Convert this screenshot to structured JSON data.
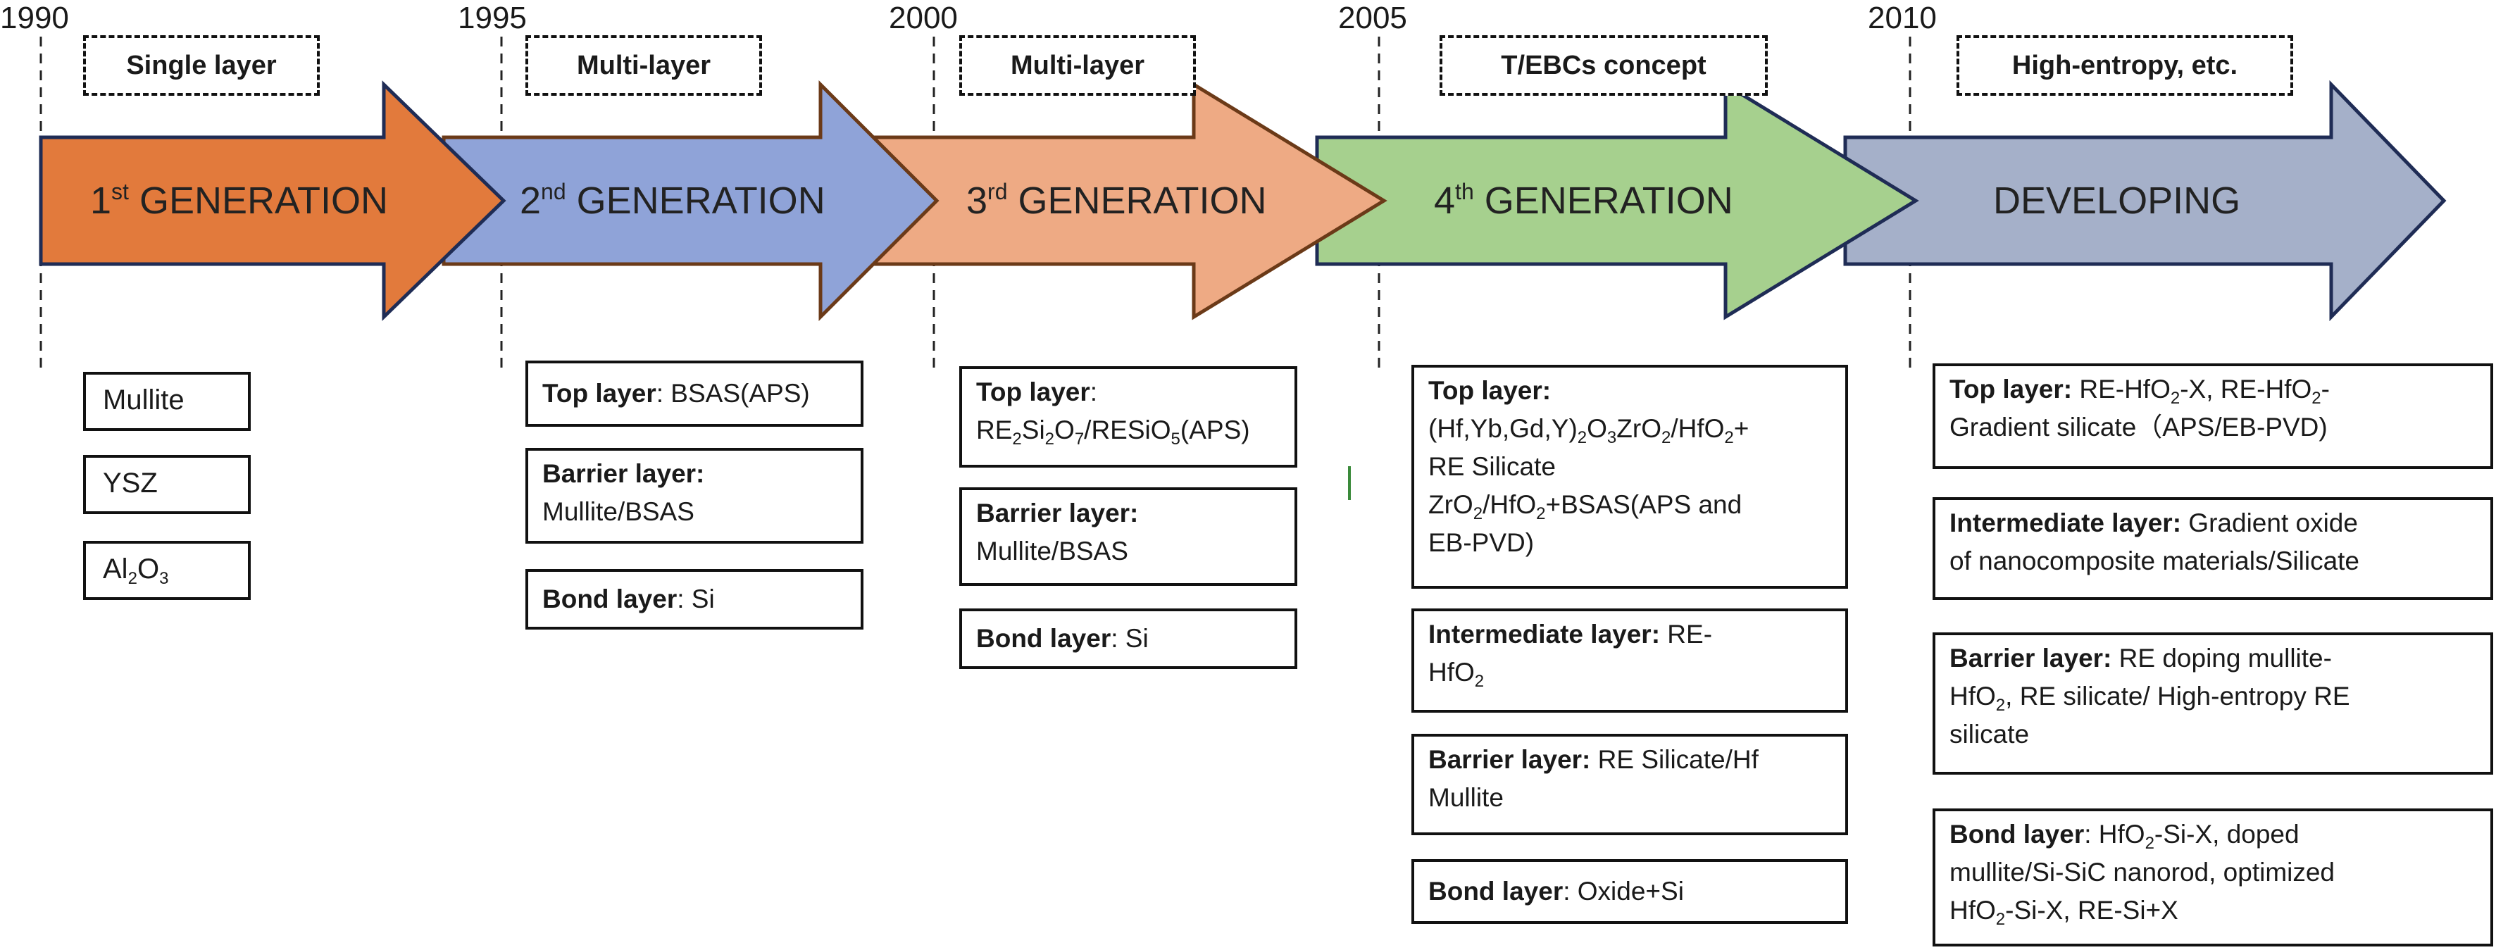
{
  "timeline": {
    "years": [
      "1990",
      "1995",
      "2000",
      "2005",
      "2010"
    ]
  },
  "eras": [
    {
      "label": "Single layer"
    },
    {
      "label": "Multi-layer"
    },
    {
      "label": "Multi-layer"
    },
    {
      "label": "T/EBCs concept"
    },
    {
      "label": "High-entropy, etc."
    }
  ],
  "generations": [
    {
      "num": "1",
      "suffix": "st",
      "word": "GENERATION",
      "color": "#e27a3c"
    },
    {
      "num": "2",
      "suffix": "nd",
      "word": "GENERATION",
      "color": "#8fa3d8"
    },
    {
      "num": "3",
      "suffix": "rd",
      "word": "GENERATION",
      "color": "#eeaa84"
    },
    {
      "num": "4",
      "suffix": "th",
      "word": "GENERATION",
      "color": "#a6d08e"
    },
    {
      "num": "",
      "suffix": "",
      "word": "DEVELOPING",
      "color": "#a5b0c9"
    }
  ],
  "gen1": {
    "mullite": "Mullite",
    "ysz": "YSZ",
    "al": "Al",
    "sub2": "2",
    "o": "O",
    "sub3": "3"
  },
  "gen2": {
    "top_label": "Top layer",
    "top_value": ": BSAS(APS)",
    "barrier_label": "Barrier layer:",
    "barrier_value": "Mullite/BSAS",
    "bond_label": "Bond layer",
    "bond_value": ": Si"
  },
  "gen3": {
    "top_label": "Top layer",
    "top_colon": ":",
    "t_re": "RE",
    "t_2": "2",
    "t_si": "Si",
    "t_2b": "2",
    "t_o": "O",
    "t_7": "7",
    "t_resio": "/RESiO",
    "t_5": "5",
    "t_aps": "(APS)",
    "barrier_label": "Barrier layer:",
    "barrier_value": "Mullite/BSAS",
    "bond_label": "Bond layer",
    "bond_value": ": Si"
  },
  "gen4": {
    "top_label": "Top layer:",
    "l1_a": "(Hf,Yb,Gd,Y)",
    "l1_2": "2",
    "l1_o": "O",
    "l1_3": "3",
    "l1_zr": "ZrO",
    "l1_2b": "2",
    "l1_hf": "/HfO",
    "l1_2c": "2",
    "l1_plus": "+",
    "l2": "RE Silicate",
    "l3_zr": "ZrO",
    "l3_2": "2",
    "l3_hf": "/HfO",
    "l3_2b": "2",
    "l3_rest": "+BSAS(APS and",
    "l4": "EB-PVD)",
    "inter_label": "Intermediate layer:",
    "inter_v1": " RE-",
    "inter_hf": "HfO",
    "inter_2": "2",
    "barrier_label": "Barrier layer:",
    "barrier_v1": " RE Silicate/Hf",
    "barrier_v2": "Mullite",
    "bond_label": "Bond layer",
    "bond_value": ": Oxide+Si"
  },
  "gen5": {
    "top_label": "Top layer:",
    "t_a": " RE-HfO",
    "t_2": "2",
    "t_b": "-X, RE-HfO",
    "t_2b": "2",
    "t_c": "-",
    "t_l2": "Gradient silicate（APS/EB-PVD)",
    "inter_label": "Intermediate layer:",
    "inter_v1": " Gradient oxide",
    "inter_v2": "of nanocomposite materials/Silicate",
    "barrier_label": "Barrier layer:",
    "barrier_v1": " RE doping mullite-",
    "barrier_hf": "HfO",
    "barrier_2": "2",
    "barrier_v2": ", RE silicate/ High-entropy RE",
    "barrier_v3": "silicate",
    "bond_label": "Bond layer",
    "bond_v1": ": HfO",
    "bond_2": "2",
    "bond_v1b": "-Si-X, doped",
    "bond_v2": "mullite/Si-SiC nanorod, optimized",
    "bond_hf": "HfO",
    "bond_2b": "2",
    "bond_v3": "-Si-X, RE-Si+X"
  }
}
